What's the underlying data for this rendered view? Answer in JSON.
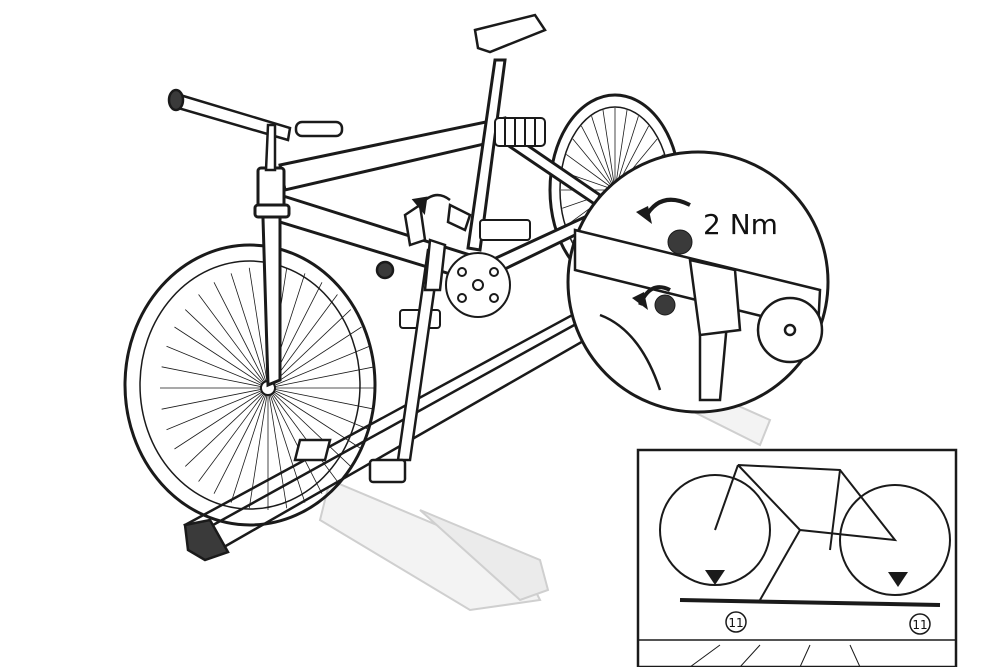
{
  "callout": {
    "torque_label": "2 Nm"
  },
  "inset": {
    "marker_left": "11",
    "marker_right": "11"
  },
  "colors": {
    "line": "#1a1a1a",
    "faint": "#c8c8c8",
    "paper": "#ffffff",
    "dark_fill": "#3a3a3a"
  }
}
